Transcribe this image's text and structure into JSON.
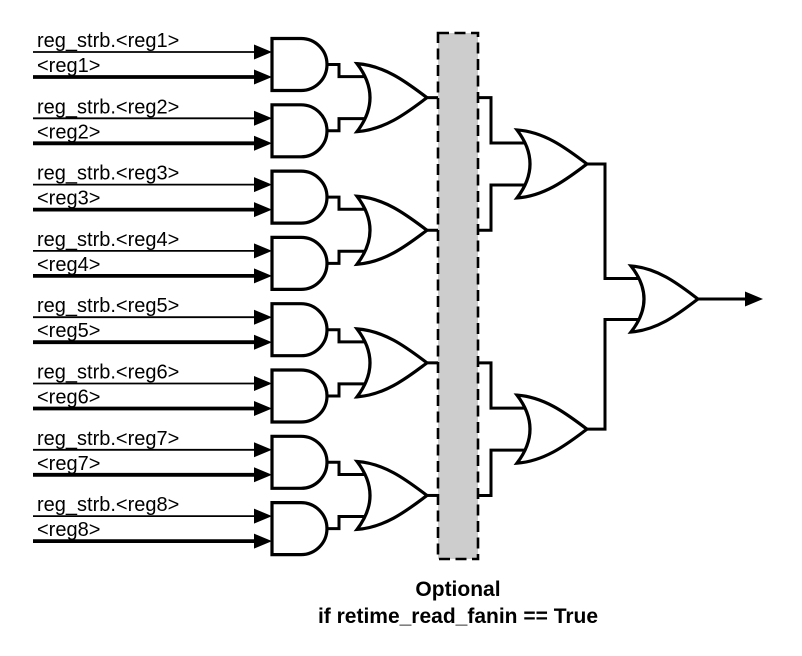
{
  "circuit": {
    "inputs": [
      {
        "strobe": "reg_strb.<reg1>",
        "data": "<reg1>"
      },
      {
        "strobe": "reg_strb.<reg2>",
        "data": "<reg2>"
      },
      {
        "strobe": "reg_strb.<reg3>",
        "data": "<reg3>"
      },
      {
        "strobe": "reg_strb.<reg4>",
        "data": "<reg4>"
      },
      {
        "strobe": "reg_strb.<reg5>",
        "data": "<reg5>"
      },
      {
        "strobe": "reg_strb.<reg6>",
        "data": "<reg6>"
      },
      {
        "strobe": "reg_strb.<reg7>",
        "data": "<reg7>"
      },
      {
        "strobe": "reg_strb.<reg8>",
        "data": "<reg8>"
      }
    ],
    "stages": {
      "and_gates": 8,
      "or_gates_stage1": 4,
      "or_gates_stage2": 2,
      "or_gates_final": 1
    },
    "optional_region": {
      "caption": [
        "Optional",
        "if retime_read_fanin == True"
      ],
      "fill": "#cdcdcd",
      "border": "#000000"
    },
    "colors": {
      "wire": "#000000",
      "gate_fill": "#ffffff",
      "gate_stroke": "#000000",
      "text": "#000000",
      "background": "#ffffff"
    }
  }
}
